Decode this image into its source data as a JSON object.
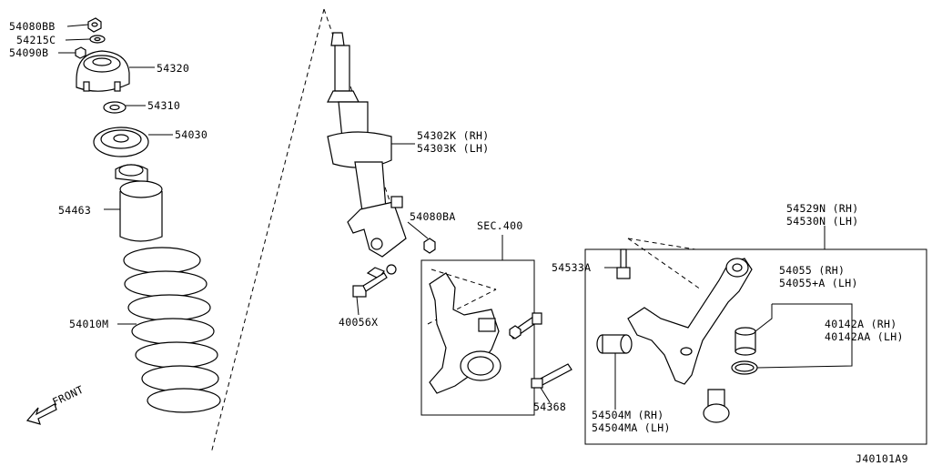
{
  "labels": {
    "p54080BB": "54080BB",
    "p54215C": "54215C",
    "p54090B": "54090B",
    "p54320": "54320",
    "p54310": "54310",
    "p54030": "54030",
    "p54463": "54463",
    "p54010M": "54010M",
    "front": "FRONT",
    "p54302K": "54302K (RH)",
    "p54303K": "54303K (LH)",
    "p54080BA": "54080BA",
    "sec400": "SEC.400",
    "p40056X": "40056X",
    "p54533A": "54533A",
    "p54529N": "54529N (RH)",
    "p54530N": "54530N (LH)",
    "p54055": "54055  (RH)",
    "p54055A": "54055+A (LH)",
    "p40142A": "40142A  (RH)",
    "p40142AA": "40142AA (LH)",
    "p54368": "54368",
    "p54504M": "54504M  (RH)",
    "p54504MA": "54504MA (LH)",
    "diagram_id": "J40101A9"
  }
}
